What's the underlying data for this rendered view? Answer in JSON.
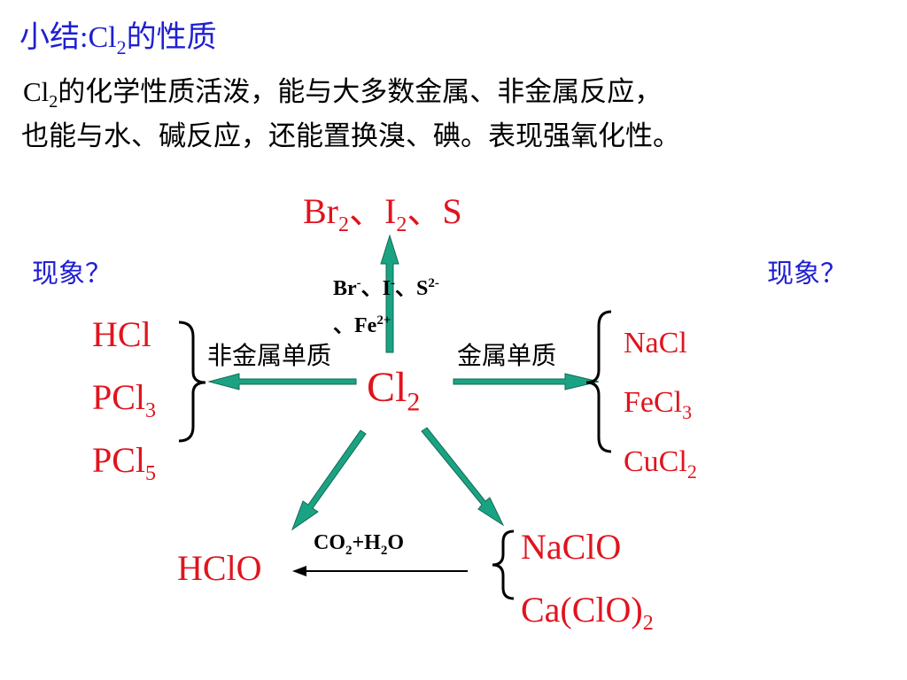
{
  "title": {
    "prefix": "小结:Cl",
    "sub": "2",
    "suffix": "的性质"
  },
  "summary": {
    "line1_prefix": "Cl",
    "line1_sub": "2",
    "line1_rest": "的化学性质活泼，能与大多数金属、非金属反应，",
    "line2": "也能与水、碱反应，还能置换溴、碘。表现强氧化性。"
  },
  "diagram": {
    "top_products": {
      "a": "Br",
      "a_sub": "2",
      "sep1": "、",
      "b": "I",
      "b_sub": "2",
      "sep2": "、",
      "c": "S"
    },
    "ions": {
      "br": "Br",
      "br_sup": "-",
      "sep1": "、",
      "i": "I",
      "i_sup": "-",
      "sep2": "、",
      "s": "S",
      "s_sup": "2-",
      "sep3": "、",
      "fe": "Fe",
      "fe_sup": "2+"
    },
    "question_left": "现象？",
    "question_right": "现象？",
    "nonmetal_products": [
      {
        "base": "HCl",
        "sub": ""
      },
      {
        "base": "PCl",
        "sub": "3"
      },
      {
        "base": "PCl",
        "sub": "5"
      }
    ],
    "label_nonmetal": "非金属单质",
    "label_metal": "金属单质",
    "center": {
      "base": "Cl",
      "sub": "2"
    },
    "metal_products": [
      {
        "base": "NaCl",
        "sub": ""
      },
      {
        "base": "FeCl",
        "sub": "3"
      },
      {
        "base": "CuCl",
        "sub": "2"
      }
    ],
    "co2_label": {
      "a": "CO",
      "a_sub": "2",
      "plus": "+H",
      "b_sub": "2",
      "c": "O"
    },
    "hclo": "HClO",
    "hypochlorites": [
      {
        "base": "NaClO",
        "sub": ""
      },
      {
        "base": "Ca(ClO)",
        "sub": "2"
      }
    ]
  },
  "colors": {
    "title": "#1f1fd2",
    "product": "#e0141e",
    "arrow_fill": "#1aa383",
    "arrow_stroke": "#146a54"
  }
}
